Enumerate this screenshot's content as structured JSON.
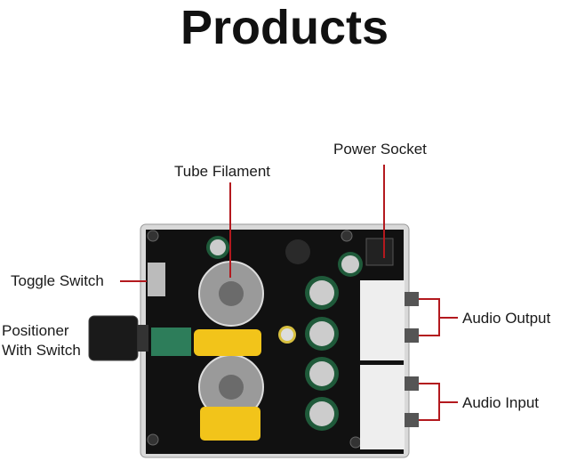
{
  "title": "Products",
  "labels": {
    "power_socket": "Power Socket",
    "tube_filament": "Tube Filament",
    "toggle_switch": "Toggle Switch",
    "positioner_line1": "Positioner",
    "positioner_line2": "With Switch",
    "audio_output": "Audio Output",
    "audio_input": "Audio Input"
  },
  "colors": {
    "leader_line": "#b3191e",
    "board": "#111111",
    "capacitor": "#1f5a3a",
    "film_cap": "#f2c41a"
  }
}
